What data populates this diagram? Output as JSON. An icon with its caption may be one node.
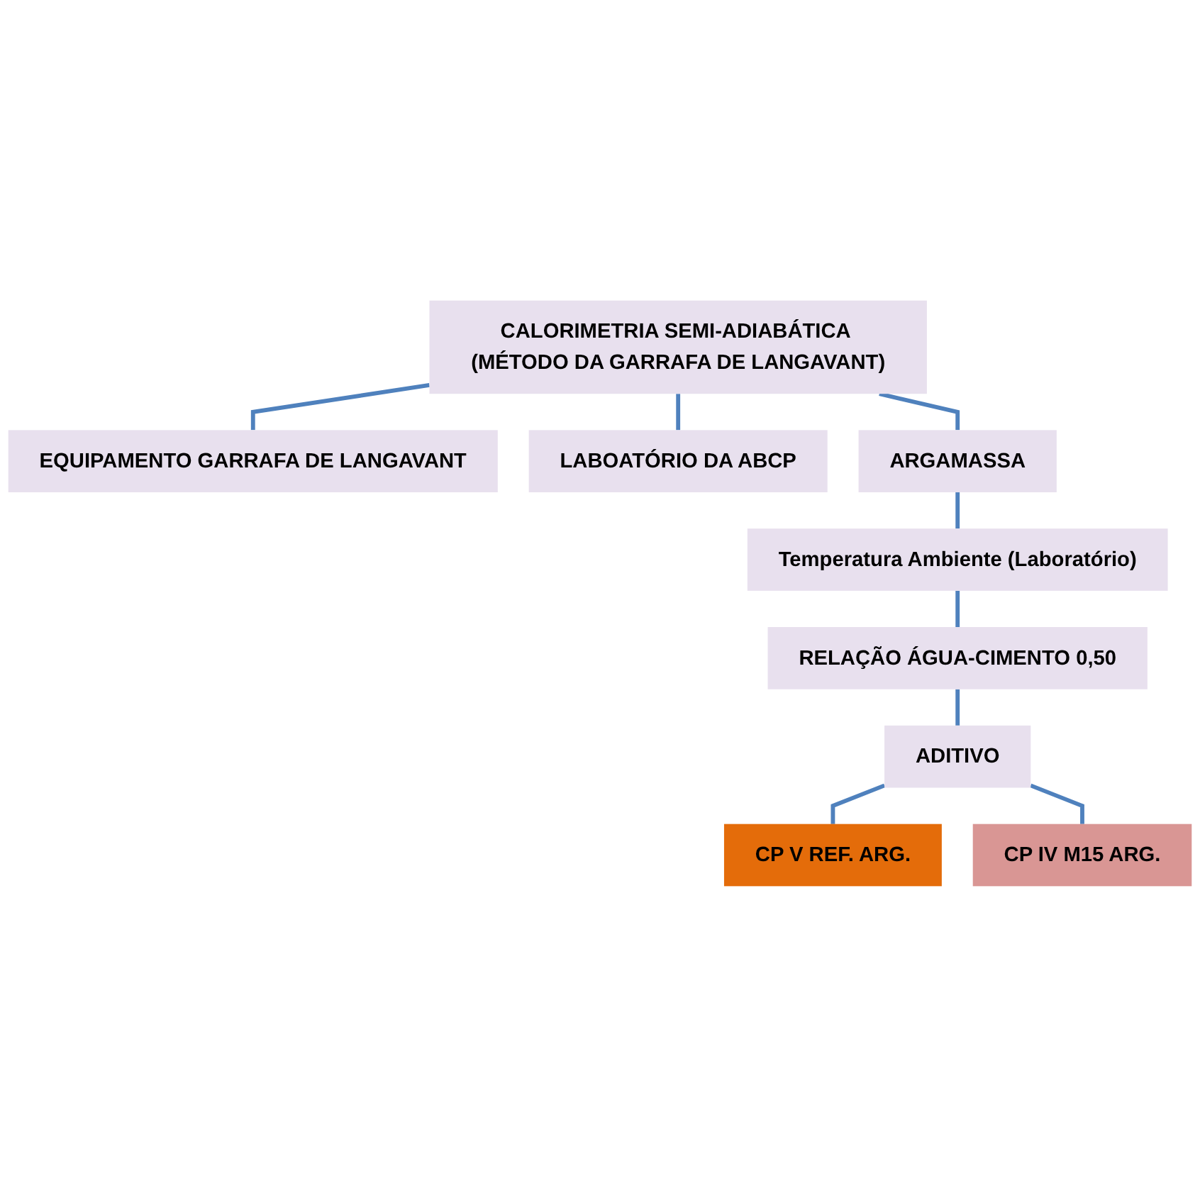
{
  "diagram": {
    "nodes": [
      {
        "text": [
          "CALORIMETRIA SEMI-ADIABÁTICA (MÉTODO DA GARRAFA DE LANGAVANT)"
        ]
      },
      {
        "text": [
          "EQUIPAMENTO GARRAFA DE LANGAVANT"
        ]
      },
      {
        "text": [
          "LABOATÓRIO DA ABCP"
        ]
      },
      {
        "text": [
          "ARGAMASSA"
        ]
      },
      {
        "text": [
          "Temperatura Ambiente (Laboratório)"
        ]
      },
      {
        "text": [
          "RELAÇÃO ÁGUA-CIMENTO 0,50"
        ]
      },
      {
        "text": [
          "ADITIVO"
        ]
      },
      {
        "text": [
          "CP V REF. ARG."
        ]
      },
      {
        "text": [
          "CP IV M15 ARG."
        ]
      }
    ],
    "edges": [
      {
        "from": 0,
        "to": 1,
        "arrow": "none"
      },
      {
        "from": 0,
        "to": 2,
        "arrow": "none"
      },
      {
        "from": 0,
        "to": 3,
        "arrow": "none"
      },
      {
        "from": 3,
        "to": 4,
        "arrow": "none"
      },
      {
        "from": 4,
        "to": 5,
        "arrow": "none"
      },
      {
        "from": 5,
        "to": 6,
        "arrow": "none"
      },
      {
        "from": 6,
        "to": 7,
        "arrow": "none"
      },
      {
        "from": 6,
        "to": 8,
        "arrow": "none"
      }
    ]
  }
}
